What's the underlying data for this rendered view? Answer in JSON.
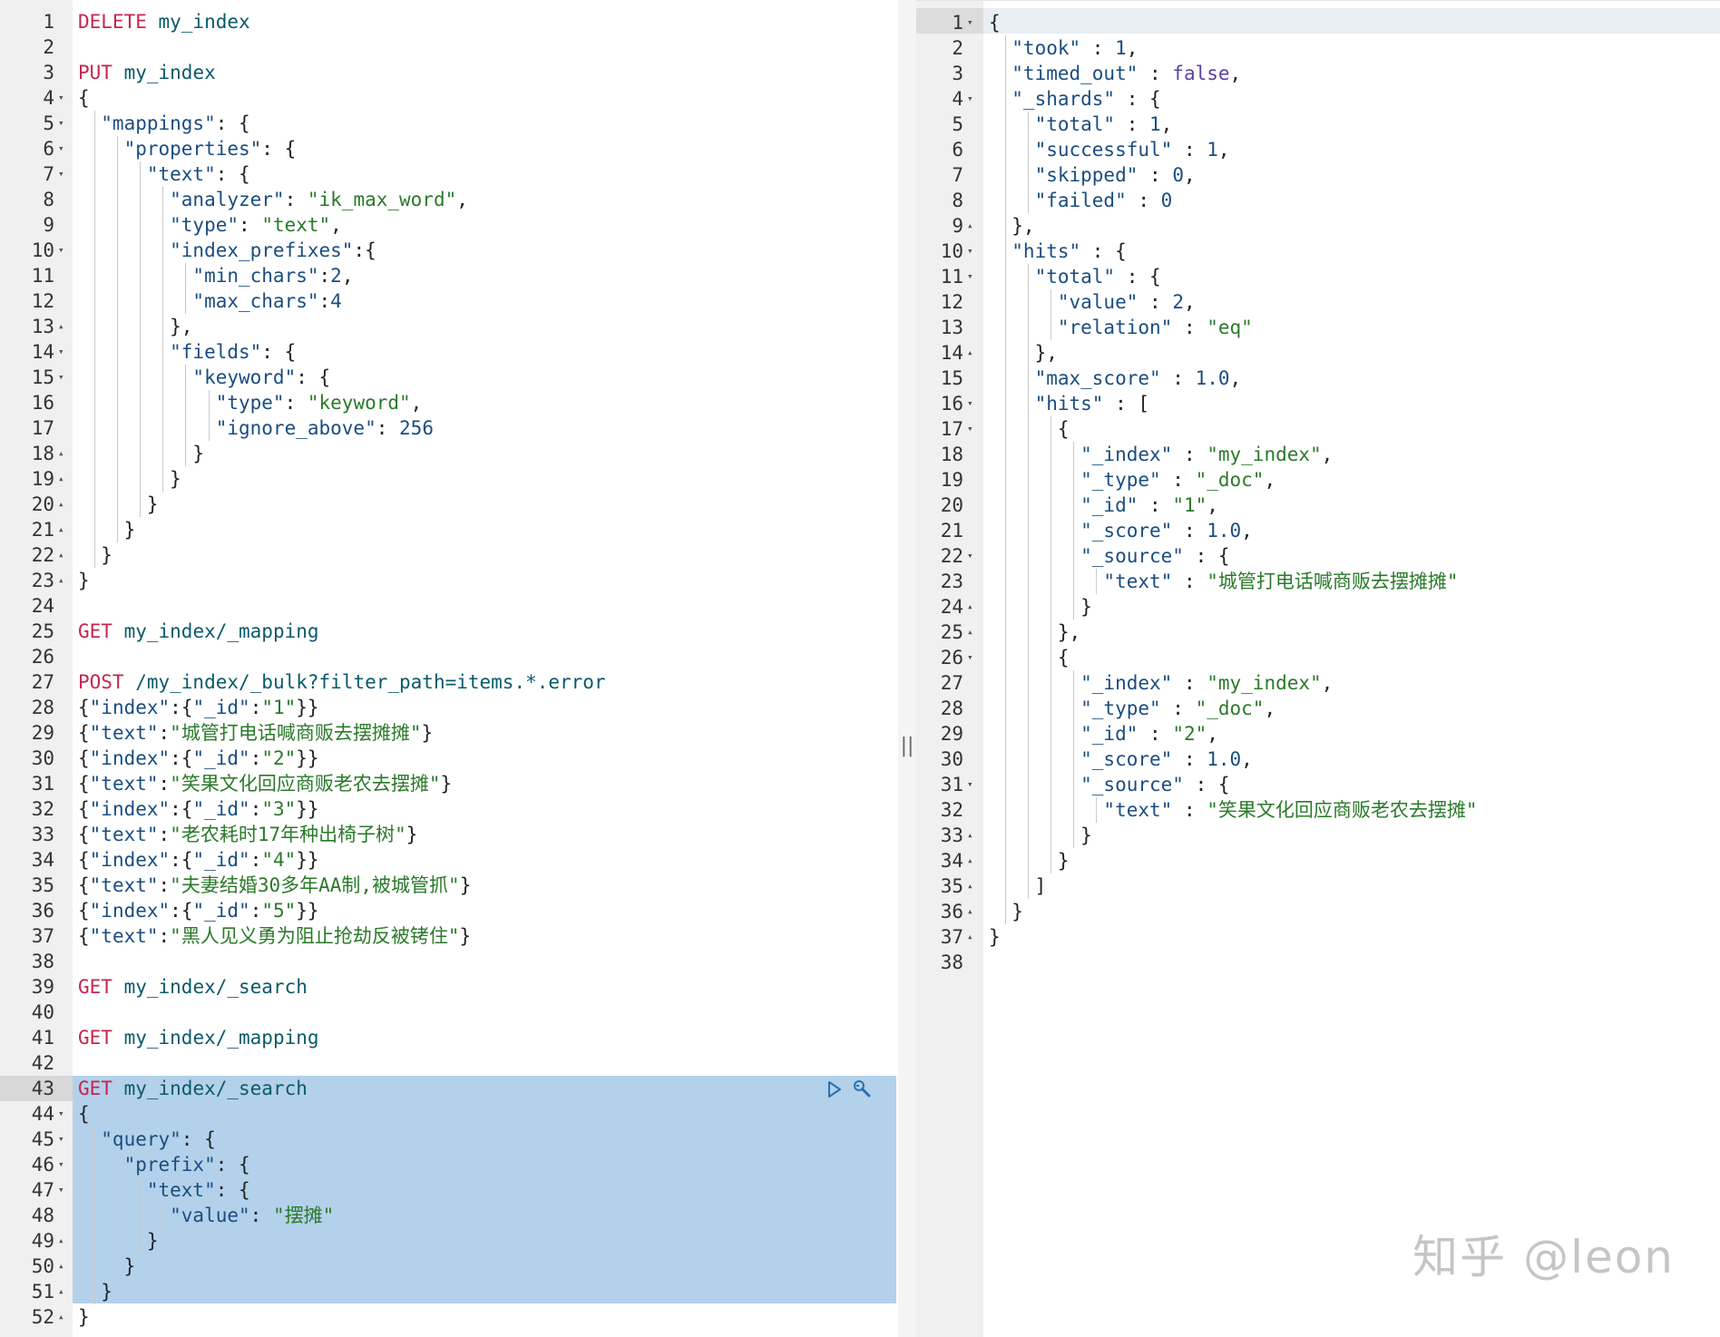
{
  "editor": {
    "lines": [
      [
        [
          "method",
          "DELETE"
        ],
        [
          "url",
          " my_index"
        ]
      ],
      [],
      [
        [
          "method",
          "PUT"
        ],
        [
          "url",
          " my_index"
        ]
      ],
      [
        [
          "punc",
          "{"
        ]
      ],
      [
        [
          "key",
          "  \"mappings\""
        ],
        [
          "punc",
          ": {"
        ]
      ],
      [
        [
          "key",
          "    \"properties\""
        ],
        [
          "punc",
          ": {"
        ]
      ],
      [
        [
          "key",
          "      \"text\""
        ],
        [
          "punc",
          ": {"
        ]
      ],
      [
        [
          "key",
          "        \"analyzer\""
        ],
        [
          "punc",
          ": "
        ],
        [
          "str",
          "\"ik_max_word\""
        ],
        [
          "punc",
          ","
        ]
      ],
      [
        [
          "key",
          "        \"type\""
        ],
        [
          "punc",
          ": "
        ],
        [
          "str",
          "\"text\""
        ],
        [
          "punc",
          ","
        ]
      ],
      [
        [
          "key",
          "        \"index_prefixes\""
        ],
        [
          "punc",
          ":{"
        ]
      ],
      [
        [
          "key",
          "          \"min_chars\""
        ],
        [
          "punc",
          ":"
        ],
        [
          "num",
          "2"
        ],
        [
          "punc",
          ","
        ]
      ],
      [
        [
          "key",
          "          \"max_chars\""
        ],
        [
          "punc",
          ":"
        ],
        [
          "num",
          "4"
        ]
      ],
      [
        [
          "punc",
          "        },"
        ]
      ],
      [
        [
          "key",
          "        \"fields\""
        ],
        [
          "punc",
          ": {"
        ]
      ],
      [
        [
          "key",
          "          \"keyword\""
        ],
        [
          "punc",
          ": {"
        ]
      ],
      [
        [
          "key",
          "            \"type\""
        ],
        [
          "punc",
          ": "
        ],
        [
          "str",
          "\"keyword\""
        ],
        [
          "punc",
          ","
        ]
      ],
      [
        [
          "key",
          "            \"ignore_above\""
        ],
        [
          "punc",
          ": "
        ],
        [
          "num",
          "256"
        ]
      ],
      [
        [
          "punc",
          "          }"
        ]
      ],
      [
        [
          "punc",
          "        }"
        ]
      ],
      [
        [
          "punc",
          "      }"
        ]
      ],
      [
        [
          "punc",
          "    }"
        ]
      ],
      [
        [
          "punc",
          "  }"
        ]
      ],
      [
        [
          "punc",
          "}"
        ]
      ],
      [],
      [
        [
          "method",
          "GET"
        ],
        [
          "url",
          " my_index/_mapping"
        ]
      ],
      [],
      [
        [
          "method",
          "POST"
        ],
        [
          "url",
          " /my_index/_bulk?filter_path=items.*.error"
        ]
      ],
      [
        [
          "punc",
          "{"
        ],
        [
          "key",
          "\"index\""
        ],
        [
          "punc",
          ":{"
        ],
        [
          "key",
          "\"_id\""
        ],
        [
          "punc",
          ":"
        ],
        [
          "str",
          "\"1\""
        ],
        [
          "punc",
          "}}"
        ]
      ],
      [
        [
          "punc",
          "{"
        ],
        [
          "key",
          "\"text\""
        ],
        [
          "punc",
          ":"
        ],
        [
          "str",
          "\"城管打电话喊商贩去摆摊摊\""
        ],
        [
          "punc",
          "}"
        ]
      ],
      [
        [
          "punc",
          "{"
        ],
        [
          "key",
          "\"index\""
        ],
        [
          "punc",
          ":{"
        ],
        [
          "key",
          "\"_id\""
        ],
        [
          "punc",
          ":"
        ],
        [
          "str",
          "\"2\""
        ],
        [
          "punc",
          "}}"
        ]
      ],
      [
        [
          "punc",
          "{"
        ],
        [
          "key",
          "\"text\""
        ],
        [
          "punc",
          ":"
        ],
        [
          "str",
          "\"笑果文化回应商贩老农去摆摊\""
        ],
        [
          "punc",
          "}"
        ]
      ],
      [
        [
          "punc",
          "{"
        ],
        [
          "key",
          "\"index\""
        ],
        [
          "punc",
          ":{"
        ],
        [
          "key",
          "\"_id\""
        ],
        [
          "punc",
          ":"
        ],
        [
          "str",
          "\"3\""
        ],
        [
          "punc",
          "}}"
        ]
      ],
      [
        [
          "punc",
          "{"
        ],
        [
          "key",
          "\"text\""
        ],
        [
          "punc",
          ":"
        ],
        [
          "str",
          "\"老农耗时17年种出椅子树\""
        ],
        [
          "punc",
          "}"
        ]
      ],
      [
        [
          "punc",
          "{"
        ],
        [
          "key",
          "\"index\""
        ],
        [
          "punc",
          ":{"
        ],
        [
          "key",
          "\"_id\""
        ],
        [
          "punc",
          ":"
        ],
        [
          "str",
          "\"4\""
        ],
        [
          "punc",
          "}}"
        ]
      ],
      [
        [
          "punc",
          "{"
        ],
        [
          "key",
          "\"text\""
        ],
        [
          "punc",
          ":"
        ],
        [
          "str",
          "\"夫妻结婚30多年AA制,被城管抓\""
        ],
        [
          "punc",
          "}"
        ]
      ],
      [
        [
          "punc",
          "{"
        ],
        [
          "key",
          "\"index\""
        ],
        [
          "punc",
          ":{"
        ],
        [
          "key",
          "\"_id\""
        ],
        [
          "punc",
          ":"
        ],
        [
          "str",
          "\"5\""
        ],
        [
          "punc",
          "}}"
        ]
      ],
      [
        [
          "punc",
          "{"
        ],
        [
          "key",
          "\"text\""
        ],
        [
          "punc",
          ":"
        ],
        [
          "str",
          "\"黑人见义勇为阻止抢劫反被铐住\""
        ],
        [
          "punc",
          "}"
        ]
      ],
      [],
      [
        [
          "method",
          "GET"
        ],
        [
          "url",
          " my_index/_search"
        ]
      ],
      [],
      [
        [
          "method",
          "GET"
        ],
        [
          "url",
          " my_index/_mapping"
        ]
      ],
      [],
      [
        [
          "method",
          "GET"
        ],
        [
          "url",
          " my_index/_search"
        ]
      ],
      [
        [
          "punc",
          "{"
        ]
      ],
      [
        [
          "key",
          "  \"query\""
        ],
        [
          "punc",
          ": {"
        ]
      ],
      [
        [
          "key",
          "    \"prefix\""
        ],
        [
          "punc",
          ": {"
        ]
      ],
      [
        [
          "key",
          "      \"text\""
        ],
        [
          "punc",
          ": {"
        ]
      ],
      [
        [
          "key",
          "        \"value\""
        ],
        [
          "punc",
          ": "
        ],
        [
          "str",
          "\"摆摊\""
        ]
      ],
      [
        [
          "punc",
          "      }"
        ]
      ],
      [
        [
          "punc",
          "    }"
        ]
      ],
      [
        [
          "punc",
          "  }"
        ]
      ],
      [
        [
          "punc",
          "}"
        ]
      ]
    ],
    "folds": {
      "4": "down",
      "5": "down",
      "6": "down",
      "7": "down",
      "10": "down",
      "13": "up",
      "14": "down",
      "15": "down",
      "18": "up",
      "19": "up",
      "20": "up",
      "21": "up",
      "22": "up",
      "23": "up",
      "44": "down",
      "45": "down",
      "46": "down",
      "47": "down",
      "49": "up",
      "50": "up",
      "51": "up",
      "52": "up"
    },
    "run_icon": "play-icon",
    "settings_icon": "wrench-icon"
  },
  "response": {
    "lines": [
      [
        [
          "punc",
          "{"
        ]
      ],
      [
        [
          "key",
          "  \"took\""
        ],
        [
          "punc",
          " : "
        ],
        [
          "num",
          "1"
        ],
        [
          "punc",
          ","
        ]
      ],
      [
        [
          "key",
          "  \"timed_out\""
        ],
        [
          "punc",
          " : "
        ],
        [
          "bool",
          "false"
        ],
        [
          "punc",
          ","
        ]
      ],
      [
        [
          "key",
          "  \"_shards\""
        ],
        [
          "punc",
          " : {"
        ]
      ],
      [
        [
          "key",
          "    \"total\""
        ],
        [
          "punc",
          " : "
        ],
        [
          "num",
          "1"
        ],
        [
          "punc",
          ","
        ]
      ],
      [
        [
          "key",
          "    \"successful\""
        ],
        [
          "punc",
          " : "
        ],
        [
          "num",
          "1"
        ],
        [
          "punc",
          ","
        ]
      ],
      [
        [
          "key",
          "    \"skipped\""
        ],
        [
          "punc",
          " : "
        ],
        [
          "num",
          "0"
        ],
        [
          "punc",
          ","
        ]
      ],
      [
        [
          "key",
          "    \"failed\""
        ],
        [
          "punc",
          " : "
        ],
        [
          "num",
          "0"
        ]
      ],
      [
        [
          "punc",
          "  },"
        ]
      ],
      [
        [
          "key",
          "  \"hits\""
        ],
        [
          "punc",
          " : {"
        ]
      ],
      [
        [
          "key",
          "    \"total\""
        ],
        [
          "punc",
          " : {"
        ]
      ],
      [
        [
          "key",
          "      \"value\""
        ],
        [
          "punc",
          " : "
        ],
        [
          "num",
          "2"
        ],
        [
          "punc",
          ","
        ]
      ],
      [
        [
          "key",
          "      \"relation\""
        ],
        [
          "punc",
          " : "
        ],
        [
          "str",
          "\"eq\""
        ]
      ],
      [
        [
          "punc",
          "    },"
        ]
      ],
      [
        [
          "key",
          "    \"max_score\""
        ],
        [
          "punc",
          " : "
        ],
        [
          "num",
          "1.0"
        ],
        [
          "punc",
          ","
        ]
      ],
      [
        [
          "key",
          "    \"hits\""
        ],
        [
          "punc",
          " : ["
        ]
      ],
      [
        [
          "punc",
          "      {"
        ]
      ],
      [
        [
          "key",
          "        \"_index\""
        ],
        [
          "punc",
          " : "
        ],
        [
          "str",
          "\"my_index\""
        ],
        [
          "punc",
          ","
        ]
      ],
      [
        [
          "key",
          "        \"_type\""
        ],
        [
          "punc",
          " : "
        ],
        [
          "str",
          "\"_doc\""
        ],
        [
          "punc",
          ","
        ]
      ],
      [
        [
          "key",
          "        \"_id\""
        ],
        [
          "punc",
          " : "
        ],
        [
          "str",
          "\"1\""
        ],
        [
          "punc",
          ","
        ]
      ],
      [
        [
          "key",
          "        \"_score\""
        ],
        [
          "punc",
          " : "
        ],
        [
          "num",
          "1.0"
        ],
        [
          "punc",
          ","
        ]
      ],
      [
        [
          "key",
          "        \"_source\""
        ],
        [
          "punc",
          " : {"
        ]
      ],
      [
        [
          "key",
          "          \"text\""
        ],
        [
          "punc",
          " : "
        ],
        [
          "str",
          "\"城管打电话喊商贩去摆摊摊\""
        ]
      ],
      [
        [
          "punc",
          "        }"
        ]
      ],
      [
        [
          "punc",
          "      },"
        ]
      ],
      [
        [
          "punc",
          "      {"
        ]
      ],
      [
        [
          "key",
          "        \"_index\""
        ],
        [
          "punc",
          " : "
        ],
        [
          "str",
          "\"my_index\""
        ],
        [
          "punc",
          ","
        ]
      ],
      [
        [
          "key",
          "        \"_type\""
        ],
        [
          "punc",
          " : "
        ],
        [
          "str",
          "\"_doc\""
        ],
        [
          "punc",
          ","
        ]
      ],
      [
        [
          "key",
          "        \"_id\""
        ],
        [
          "punc",
          " : "
        ],
        [
          "str",
          "\"2\""
        ],
        [
          "punc",
          ","
        ]
      ],
      [
        [
          "key",
          "        \"_score\""
        ],
        [
          "punc",
          " : "
        ],
        [
          "num",
          "1.0"
        ],
        [
          "punc",
          ","
        ]
      ],
      [
        [
          "key",
          "        \"_source\""
        ],
        [
          "punc",
          " : {"
        ]
      ],
      [
        [
          "key",
          "          \"text\""
        ],
        [
          "punc",
          " : "
        ],
        [
          "str",
          "\"笑果文化回应商贩老农去摆摊\""
        ]
      ],
      [
        [
          "punc",
          "        }"
        ]
      ],
      [
        [
          "punc",
          "      }"
        ]
      ],
      [
        [
          "punc",
          "    ]"
        ]
      ],
      [
        [
          "punc",
          "  }"
        ]
      ],
      [
        [
          "punc",
          "}"
        ]
      ],
      []
    ],
    "folds": {
      "1": "down",
      "4": "down",
      "9": "up",
      "10": "down",
      "11": "down",
      "14": "up",
      "16": "down",
      "17": "down",
      "22": "down",
      "24": "up",
      "25": "up",
      "26": "down",
      "31": "down",
      "33": "up",
      "34": "up",
      "35": "up",
      "36": "up",
      "37": "up"
    }
  },
  "divider": {
    "handle": "||"
  },
  "watermark": {
    "text": "知乎 @leon"
  }
}
